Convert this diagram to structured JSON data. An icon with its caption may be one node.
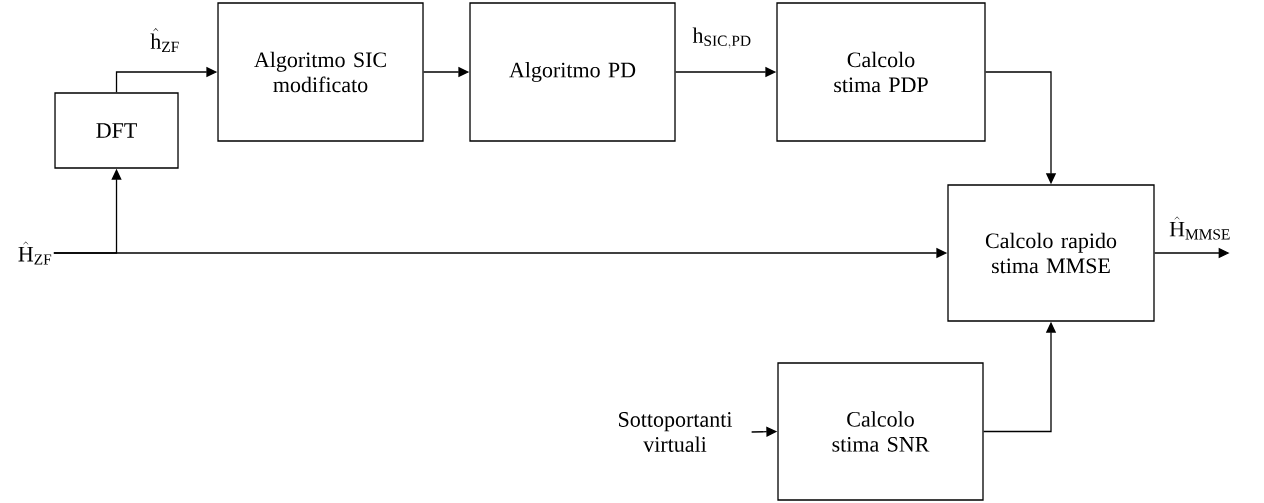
{
  "diagram": {
    "nodes": [
      {
        "text": [
          "DFT"
        ]
      },
      {
        "text": [
          "Algoritmo SIC modificato"
        ]
      },
      {
        "text": [
          "Algoritmo PD"
        ]
      },
      {
        "text": [
          "Calcolo stima PDP"
        ]
      },
      {
        "text": [
          "Calcolo rapido stima MMSE"
        ]
      },
      {
        "text": [
          "Calcolo stima SNR"
        ]
      },
      {
        "text": [
          "\\hat{\\mathrm{H}}_{\\mathrm{ZF}}"
        ]
      },
      {
        "text": [
          "Sottoportanti virtuali"
        ]
      }
    ],
    "edges": [
      {
        "from": 6,
        "to": 0,
        "arrow": "to"
      },
      {
        "from": 6,
        "to": 4,
        "arrow": "to"
      },
      {
        "from": 0,
        "to": 1,
        "arrow": "to",
        "label": "\\hat{\\mathrm{h}}_{\\mathrm{ZF}}"
      },
      {
        "from": 1,
        "to": 2,
        "arrow": "to"
      },
      {
        "from": 2,
        "to": 3,
        "arrow": "to",
        "label": "\\mathrm{h}_{\\mathrm{SIC,PD}}"
      },
      {
        "from": 3,
        "to": 4,
        "arrow": "to"
      },
      {
        "from": 7,
        "to": 5,
        "arrow": "to"
      },
      {
        "from": 5,
        "to": 4,
        "arrow": "to"
      },
      {
        "from": 4,
        "to": null,
        "arrow": "to",
        "label": "\\hat{\\mathrm{H}}_{\\mathrm{MMSE}}"
      }
    ]
  }
}
